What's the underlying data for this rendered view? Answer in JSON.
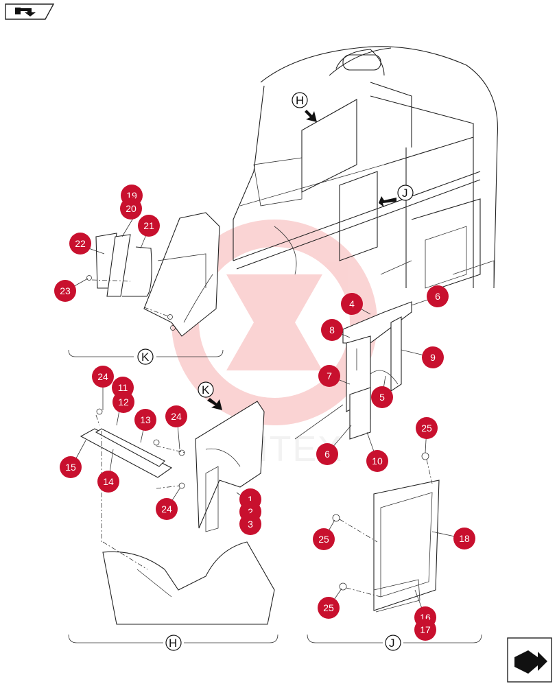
{
  "colors": {
    "callout": "#c8102e",
    "line": "#222222",
    "watermark": "#f08a8a"
  },
  "watermark": {
    "text": "VIHTEX"
  },
  "nav": {
    "prev_icon": "arrow-back-icon",
    "next_icon": "arrow-forward-icon"
  },
  "views": {
    "H": {
      "label": "H"
    },
    "J": {
      "label": "J"
    },
    "K": {
      "label": "K"
    }
  },
  "callouts": [
    {
      "id": "c19",
      "label": "19"
    },
    {
      "id": "c20",
      "label": "20"
    },
    {
      "id": "c21",
      "label": "21"
    },
    {
      "id": "c22",
      "label": "22"
    },
    {
      "id": "c23",
      "label": "23"
    },
    {
      "id": "c4",
      "label": "4"
    },
    {
      "id": "c6a",
      "label": "6"
    },
    {
      "id": "c8",
      "label": "8"
    },
    {
      "id": "c9",
      "label": "9"
    },
    {
      "id": "c7",
      "label": "7"
    },
    {
      "id": "c5",
      "label": "5"
    },
    {
      "id": "c6b",
      "label": "6"
    },
    {
      "id": "c10",
      "label": "10"
    },
    {
      "id": "c24a",
      "label": "24"
    },
    {
      "id": "c11",
      "label": "11"
    },
    {
      "id": "c12",
      "label": "12"
    },
    {
      "id": "c13",
      "label": "13"
    },
    {
      "id": "c24b",
      "label": "24"
    },
    {
      "id": "c15",
      "label": "15"
    },
    {
      "id": "c14",
      "label": "14"
    },
    {
      "id": "c1",
      "label": "1"
    },
    {
      "id": "c2",
      "label": "2"
    },
    {
      "id": "c3",
      "label": "3"
    },
    {
      "id": "c24c",
      "label": "24"
    },
    {
      "id": "c25a",
      "label": "25"
    },
    {
      "id": "c18",
      "label": "18"
    },
    {
      "id": "c25b",
      "label": "25"
    },
    {
      "id": "c25c",
      "label": "25"
    },
    {
      "id": "c16",
      "label": "16"
    },
    {
      "id": "c17",
      "label": "17"
    }
  ]
}
